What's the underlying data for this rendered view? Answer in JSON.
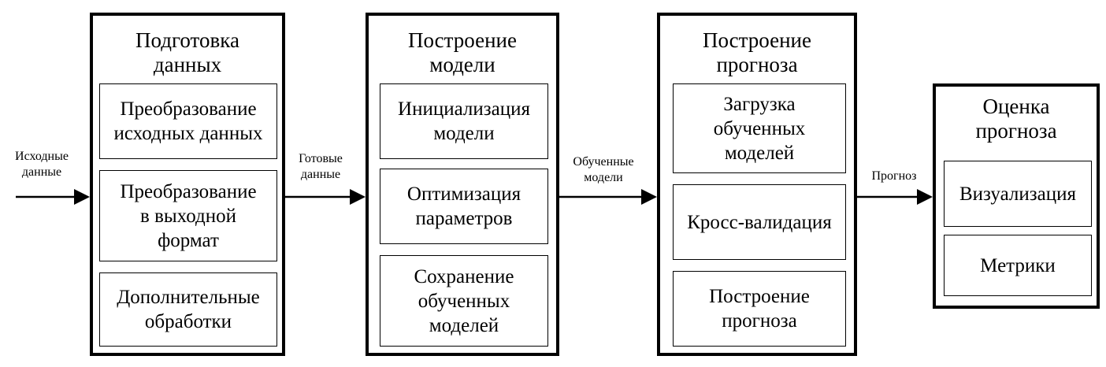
{
  "stages": [
    {
      "title": "Подготовка\nданных",
      "steps": [
        "Преобразование\nисходных данных",
        "Преобразование\nв выходной\nформат",
        "Дополнительные\nобработки"
      ]
    },
    {
      "title": "Построение\nмодели",
      "steps": [
        "Инициализация\nмодели",
        "Оптимизация\nпараметров",
        "Сохранение\nобученных\nмоделей"
      ]
    },
    {
      "title": "Построение\nпрогноза",
      "steps": [
        "Загрузка\nобученных\nмоделей",
        "Кросс-валидация",
        "Построение\nпрогноза"
      ]
    },
    {
      "title": "Оценка\nпрогноза",
      "steps": [
        "Визуализация",
        "Метрики"
      ]
    }
  ],
  "flows": [
    "Исходные\nданные",
    "Готовые\nданные",
    "Обученные\nмодели",
    "Прогноз"
  ]
}
